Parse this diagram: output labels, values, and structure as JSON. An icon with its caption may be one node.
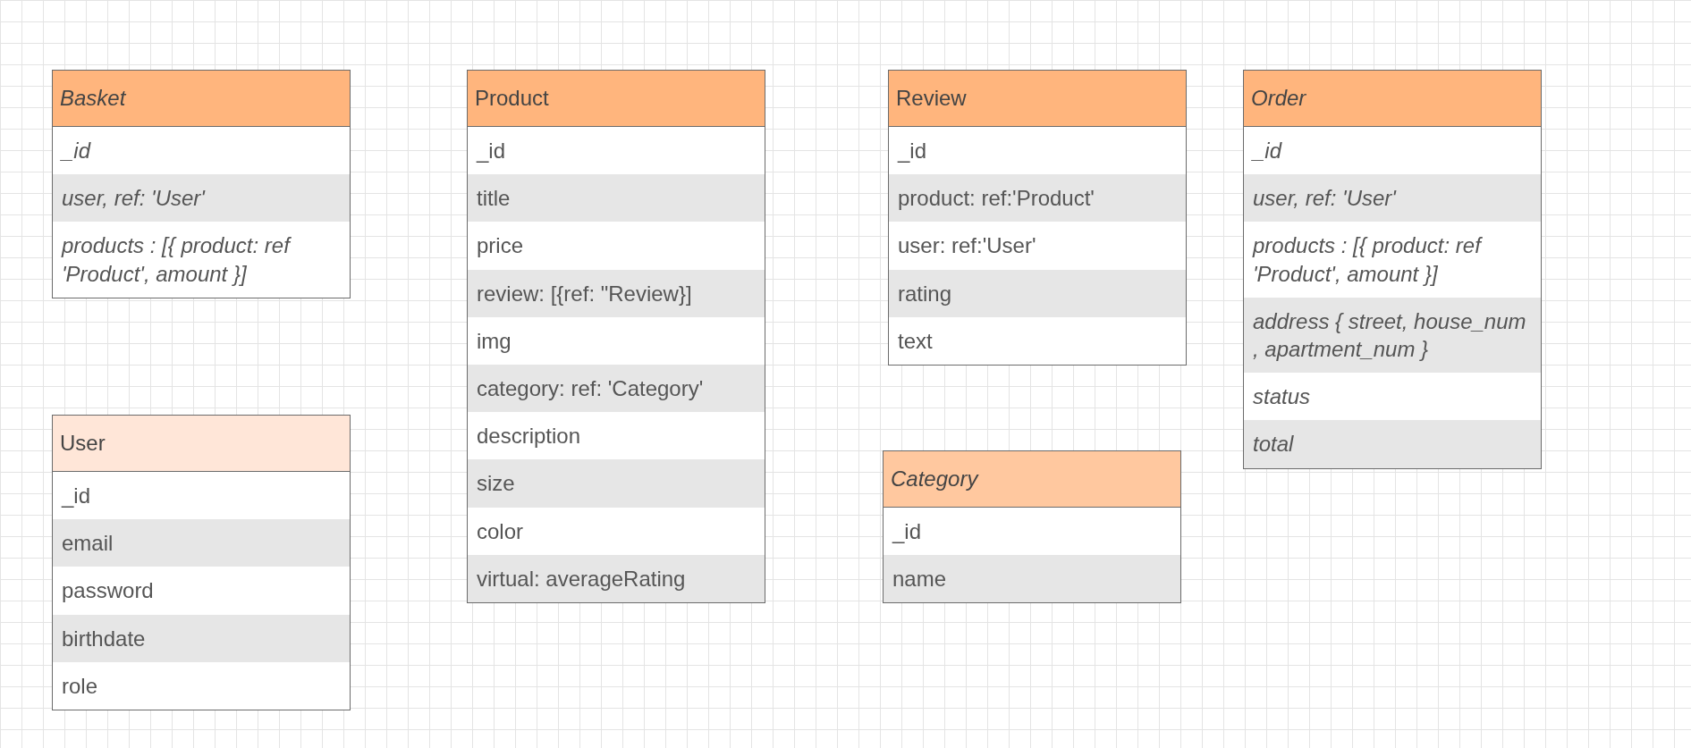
{
  "diagram": {
    "nodes": [
      {
        "text": [
          "Basket",
          "_id",
          "user, ref:  'User'",
          "products : [{ product: ref 'Product', amount }]"
        ]
      },
      {
        "text": [
          "Product",
          "_id",
          "title",
          "price",
          "review: [{ref: \"Review}]",
          "img",
          "category: ref: 'Category'",
          "description",
          "size",
          "color",
          "virtual: averageRating"
        ]
      },
      {
        "text": [
          "Review",
          "_id",
          "product: ref:'Product'",
          "user: ref:'User'",
          "rating",
          "text"
        ]
      },
      {
        "text": [
          "Order",
          "_id",
          "user, ref:  'User'",
          "products : [{ product: ref 'Product', amount }]",
          "address { street, house_num , apartment_num }",
          "status",
          "total"
        ]
      },
      {
        "text": [
          "User",
          "_id",
          "email",
          "password",
          "birthdate",
          "role"
        ]
      },
      {
        "text": [
          "Category",
          "_id",
          "name"
        ]
      }
    ]
  }
}
